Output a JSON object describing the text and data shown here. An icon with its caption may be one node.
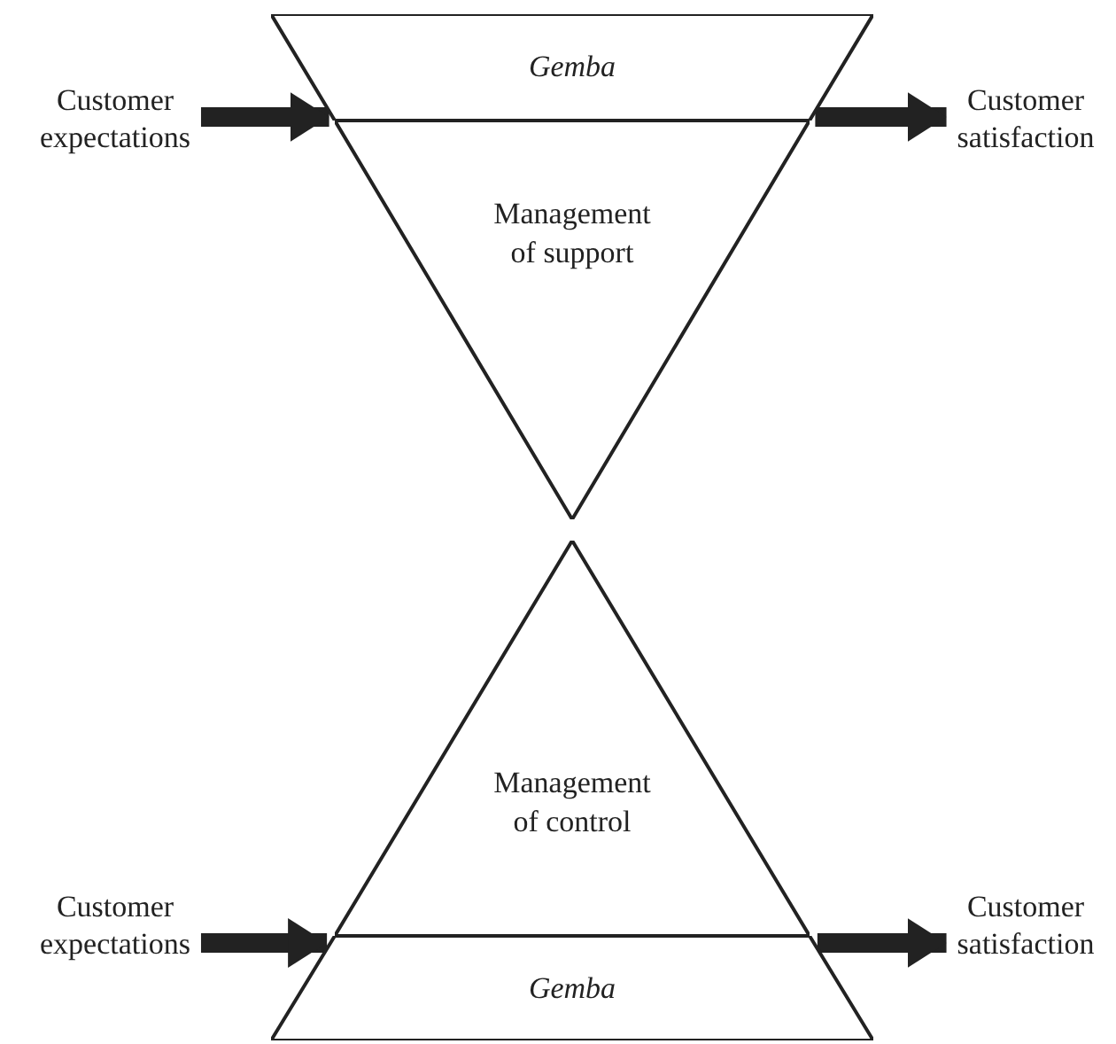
{
  "diagram": {
    "nodes": [
      {
        "text": [
          "Customer expectations"
        ]
      },
      {
        "text": [
          "Gemba"
        ]
      },
      {
        "text": [
          "Management of support"
        ]
      },
      {
        "text": [
          "Customer satisfaction"
        ]
      },
      {
        "text": [
          "Customer expectations"
        ]
      },
      {
        "text": [
          "Management of control"
        ]
      },
      {
        "text": [
          "Gemba"
        ]
      },
      {
        "text": [
          "Customer satisfaction"
        ]
      }
    ],
    "edges": [
      {
        "from": 0,
        "to": 1,
        "arrow": "to"
      },
      {
        "from": 1,
        "to": 3,
        "arrow": "to"
      },
      {
        "from": 4,
        "to": 6,
        "arrow": "to"
      },
      {
        "from": 6,
        "to": 7,
        "arrow": "to"
      }
    ]
  }
}
